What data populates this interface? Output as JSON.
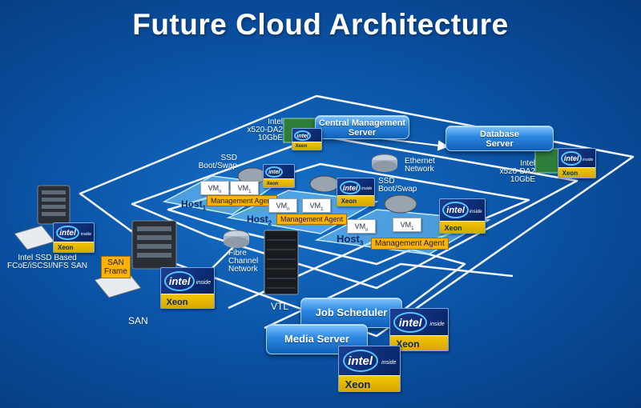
{
  "title": "Future Cloud Architecture",
  "servers": {
    "central": "Central Management\nServer",
    "database": "Database\nServer",
    "job_scheduler": "Job Scheduler",
    "media": "Media Server"
  },
  "nic_left": "Intel\nx520-DA2\n10GbE",
  "nic_right": "Intel\nx520-DA2\n10GbE",
  "ethernet": "Ethernet\nNetwork",
  "fibre": "Fibre\nChannel\nNetwork",
  "ssd_boot_left": "SSD\nBoot/Swap",
  "ssd_boot_right": "SSD\nBoot/Swap",
  "ssd_san": "Intel SSD Based\nFCoE/iSCSI/NFS SAN",
  "san_frame": "SAN\nFrame",
  "san": "SAN",
  "vtl": "VTL",
  "hosts": [
    {
      "label": "Host",
      "sub": "1",
      "vms": [
        "VM",
        "VM"
      ],
      "vm_subs": [
        "n",
        "1"
      ],
      "agent": "Management Agent"
    },
    {
      "label": "Host",
      "sub": "2",
      "vms": [
        "VM",
        "VM"
      ],
      "vm_subs": [
        "n",
        "1"
      ],
      "agent": "Management Agent"
    },
    {
      "label": "Host",
      "sub": "3",
      "vms": [
        "VM",
        "VM"
      ],
      "vm_subs": [
        "n",
        "1"
      ],
      "agent": "Management Agent"
    }
  ],
  "xeon_badge": {
    "logo": "intel",
    "inside": "inside",
    "brand": "Xeon"
  },
  "colors": {
    "background": "#0b55a8",
    "network_line": "#ffffff",
    "agent": "#ffb300",
    "xeon_bar": "#f2c600",
    "host_plate": "#7fd0ff"
  }
}
